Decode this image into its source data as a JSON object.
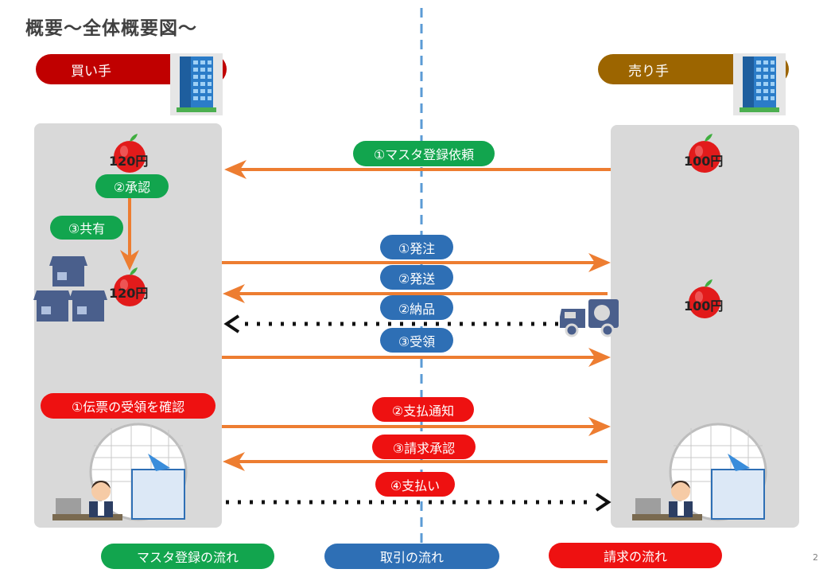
{
  "title": "概要〜全体概要図〜",
  "parties": {
    "buyer": "買い手",
    "seller": "売り手"
  },
  "buyer_prices": {
    "top": "120円",
    "bottom": "120円"
  },
  "seller_prices": {
    "top": "100円",
    "bottom": "100円"
  },
  "buyer_steps": {
    "approve": "②承認",
    "share": "③共有",
    "confirm": "①伝票の受領を確認"
  },
  "flows": {
    "master_request": "①マスタ登録依頼",
    "order": "①発注",
    "ship": "②発送",
    "deliver": "②納品",
    "receive": "③受領",
    "pay_notice": "②支払通知",
    "invoice_approve": "③請求承認",
    "payment": "④支払い"
  },
  "legend": {
    "master": "マスタ登録の流れ",
    "trade": "取引の流れ",
    "billing": "請求の流れ"
  },
  "page_number": "2",
  "colors": {
    "arrow": "#ED7D31",
    "green": "#12A54E",
    "blue": "#2E6FB5",
    "red": "#EE1111",
    "buyer": "#C00000",
    "seller": "#9C6500",
    "divider": "#5B9BD5"
  }
}
